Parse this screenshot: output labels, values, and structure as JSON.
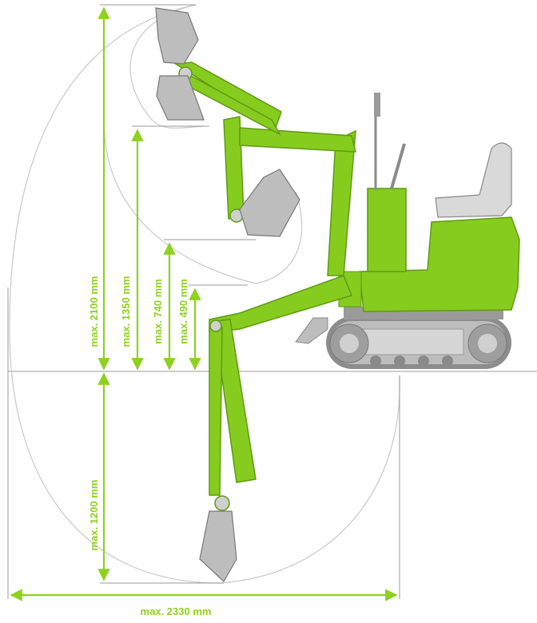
{
  "colors": {
    "accent": "#8ed11f",
    "machine": "#86cc1f",
    "machine_dark": "#5f9a12",
    "steel": "#b9b9b9",
    "track": "#8c8c8c",
    "curve": "#c8c8c8"
  },
  "labels": {
    "h2100": "max. 2100 mm",
    "h1350": "max. 1350 mm",
    "h740": "max. 740 mm",
    "h490": "max. 490 mm",
    "d1200": "max. 1200 mm",
    "reach2330": "max. 2330 mm"
  }
}
